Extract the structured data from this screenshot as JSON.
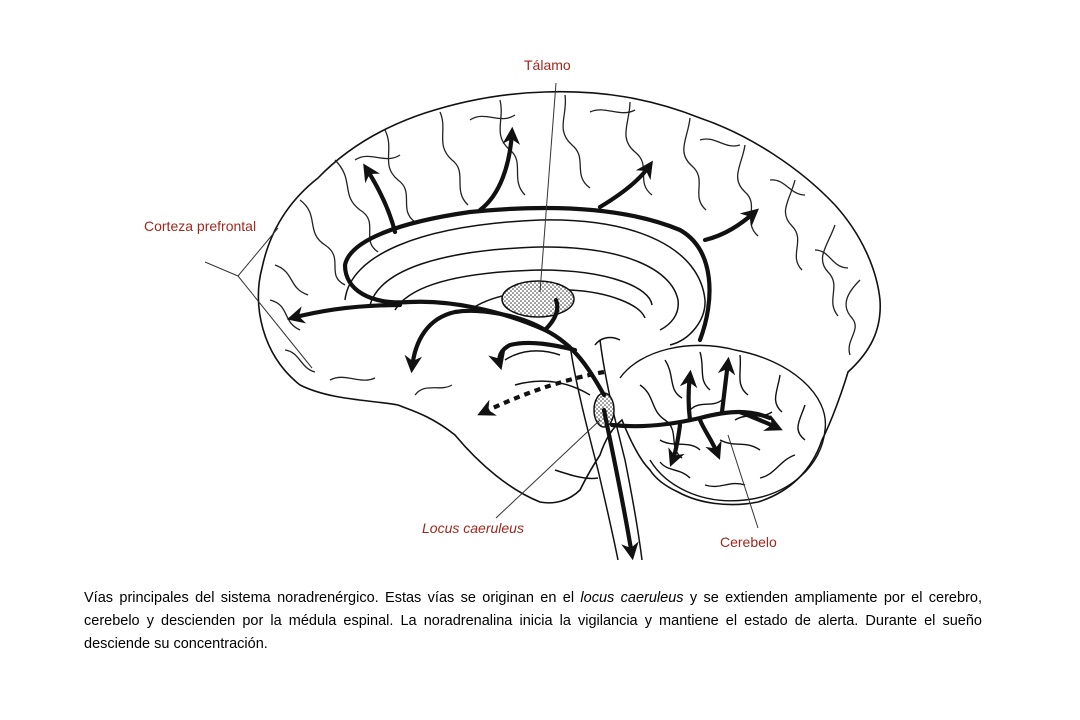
{
  "labels": {
    "thalamus": "Tálamo",
    "prefrontal_cortex": "Corteza prefrontal",
    "locus_caeruleus": "Locus caeruleus",
    "cerebellum": "Cerebelo"
  },
  "caption": {
    "part1": "Vías principales del sistema noradrenérgico. Estas vías se originan en el ",
    "italic": "locus caeruleus",
    "part2": " y se extienden ampliamente por el cerebro, cerebelo y descienden por la médula espinal. La noradrenalina inicia la vigilancia y mantiene el estado de alerta. Durante el sueño desciende su concentración."
  },
  "colors": {
    "label_text": "#a0281e",
    "line_art": "#111111"
  }
}
